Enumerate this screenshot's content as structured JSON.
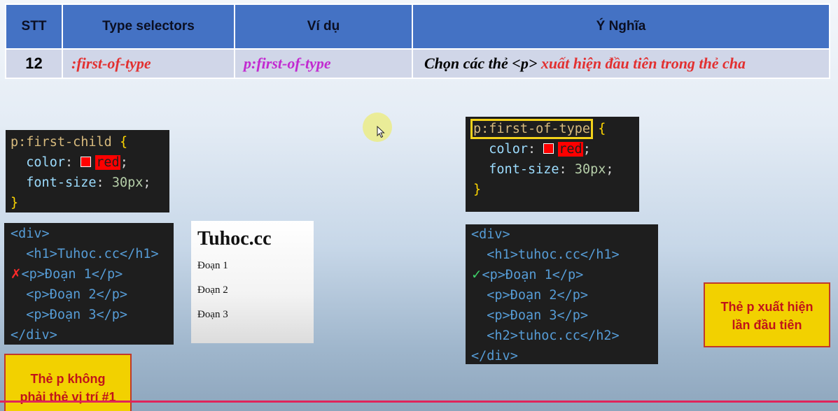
{
  "table": {
    "headers": [
      "STT",
      "Type selectors",
      "Ví dụ",
      "Ý Nghĩa"
    ],
    "row": {
      "stt": "12",
      "selector": ":first-of-type",
      "example": "p:first-of-type",
      "meaning_part1": "Chọn các thẻ <p>",
      "meaning_part2": " xuất hiện đầu tiên trong thẻ cha"
    }
  },
  "left_css": {
    "selector": "p:first-child",
    "open_brace": "{",
    "prop1": "color",
    "value1": "red",
    "prop2": "font-size",
    "value2": "30px",
    "close_brace": "}"
  },
  "left_html": {
    "mark": "✗",
    "lines": [
      "<div>",
      "<h1>Tuhoc.cc</h1>",
      "<p>Đoạn 1</p>",
      "<p>Đoạn 2</p>",
      "<p>Đoạn 3</p>",
      "</div>"
    ]
  },
  "preview": {
    "heading": "Tuhoc.cc",
    "paragraphs": [
      "Đoạn 1",
      "Đoạn 2",
      "Đoạn 3"
    ]
  },
  "right_css": {
    "selector": "p:first-of-type",
    "open_brace": "{",
    "prop1": "color",
    "value1": "red",
    "prop2": "font-size",
    "value2": "30px",
    "close_brace": "}"
  },
  "right_html": {
    "mark": "✓",
    "lines": [
      "<div>",
      "<h1>tuhoc.cc</h1>",
      "<p>Đoạn 1</p>",
      "<p>Đoạn 2</p>",
      "<p>Đoạn 3</p>",
      "<h2>tuhoc.cc</h2>",
      "</div>"
    ]
  },
  "notes": {
    "left_line1": "Thẻ p không",
    "left_line2": "phải thẻ vị trí #1",
    "right_line1": "Thẻ p xuất hiện",
    "right_line2": "lần đầu tiên"
  },
  "colors": {
    "header_bg": "#4472c4",
    "row_bg": "#d0d6e8",
    "accent_red": "#e23030",
    "accent_magenta": "#c22ad0",
    "note_bg": "#f2d100"
  },
  "icons": [
    "mouse-pointer-icon",
    "cross-mark-icon",
    "check-mark-icon",
    "color-swatch-icon"
  ]
}
